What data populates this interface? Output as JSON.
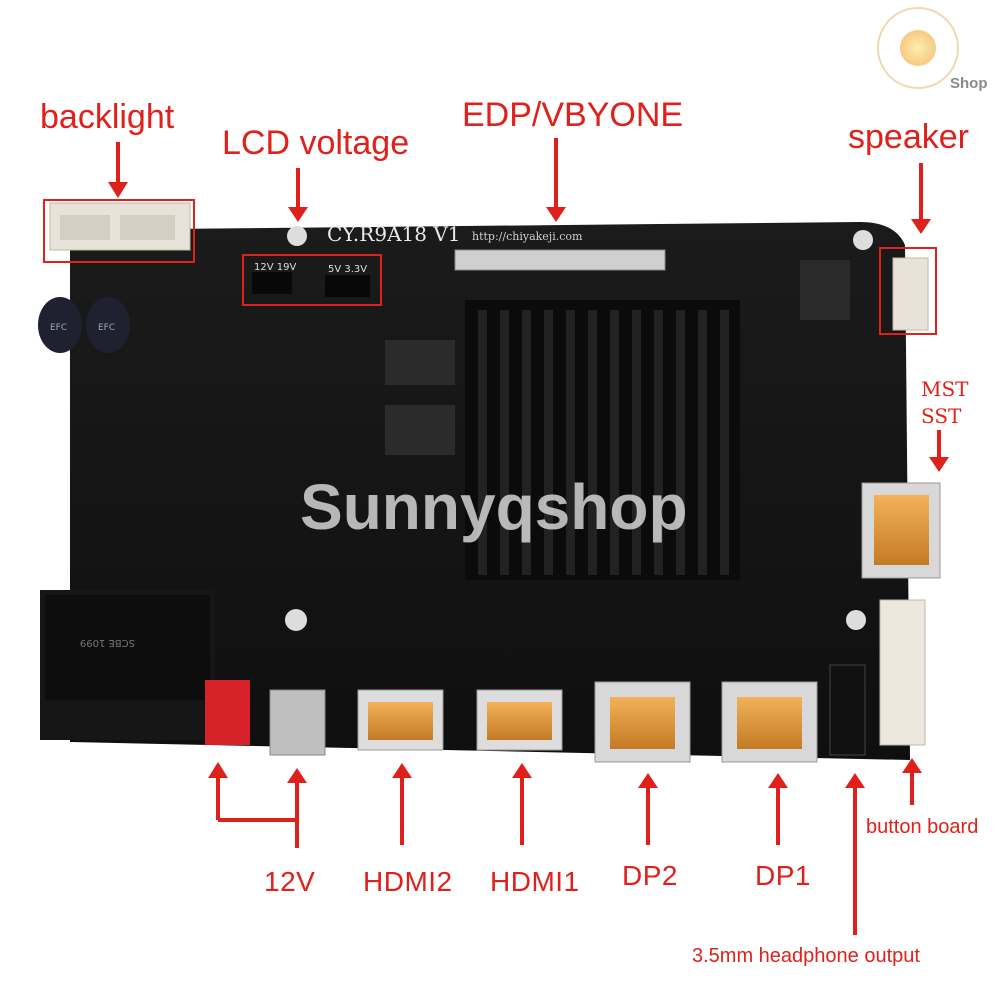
{
  "labels": {
    "backlight": "backlight",
    "lcd_voltage": "LCD voltage",
    "edp_vbyone": "EDP/VBYONE",
    "speaker": "speaker",
    "mst": "MST",
    "sst": "SST",
    "twelve_v": "12V",
    "hdmi2": "HDMI2",
    "hdmi1": "HDMI1",
    "dp2": "DP2",
    "dp1": "DP1",
    "button_board": "button board",
    "headphone": "3.5mm headphone output"
  },
  "board": {
    "model": "CY.R9A18 V1",
    "url": "http://chiyakeji.com",
    "jumper_left": "12V 19V",
    "jumper_right": "5V 3.3V"
  },
  "watermark": "Sunnyqshop",
  "logo": {
    "text": "Shop"
  },
  "colors": {
    "annotation": "#e0201a",
    "board": "#141414",
    "heatsink": "#0b0b0b"
  }
}
